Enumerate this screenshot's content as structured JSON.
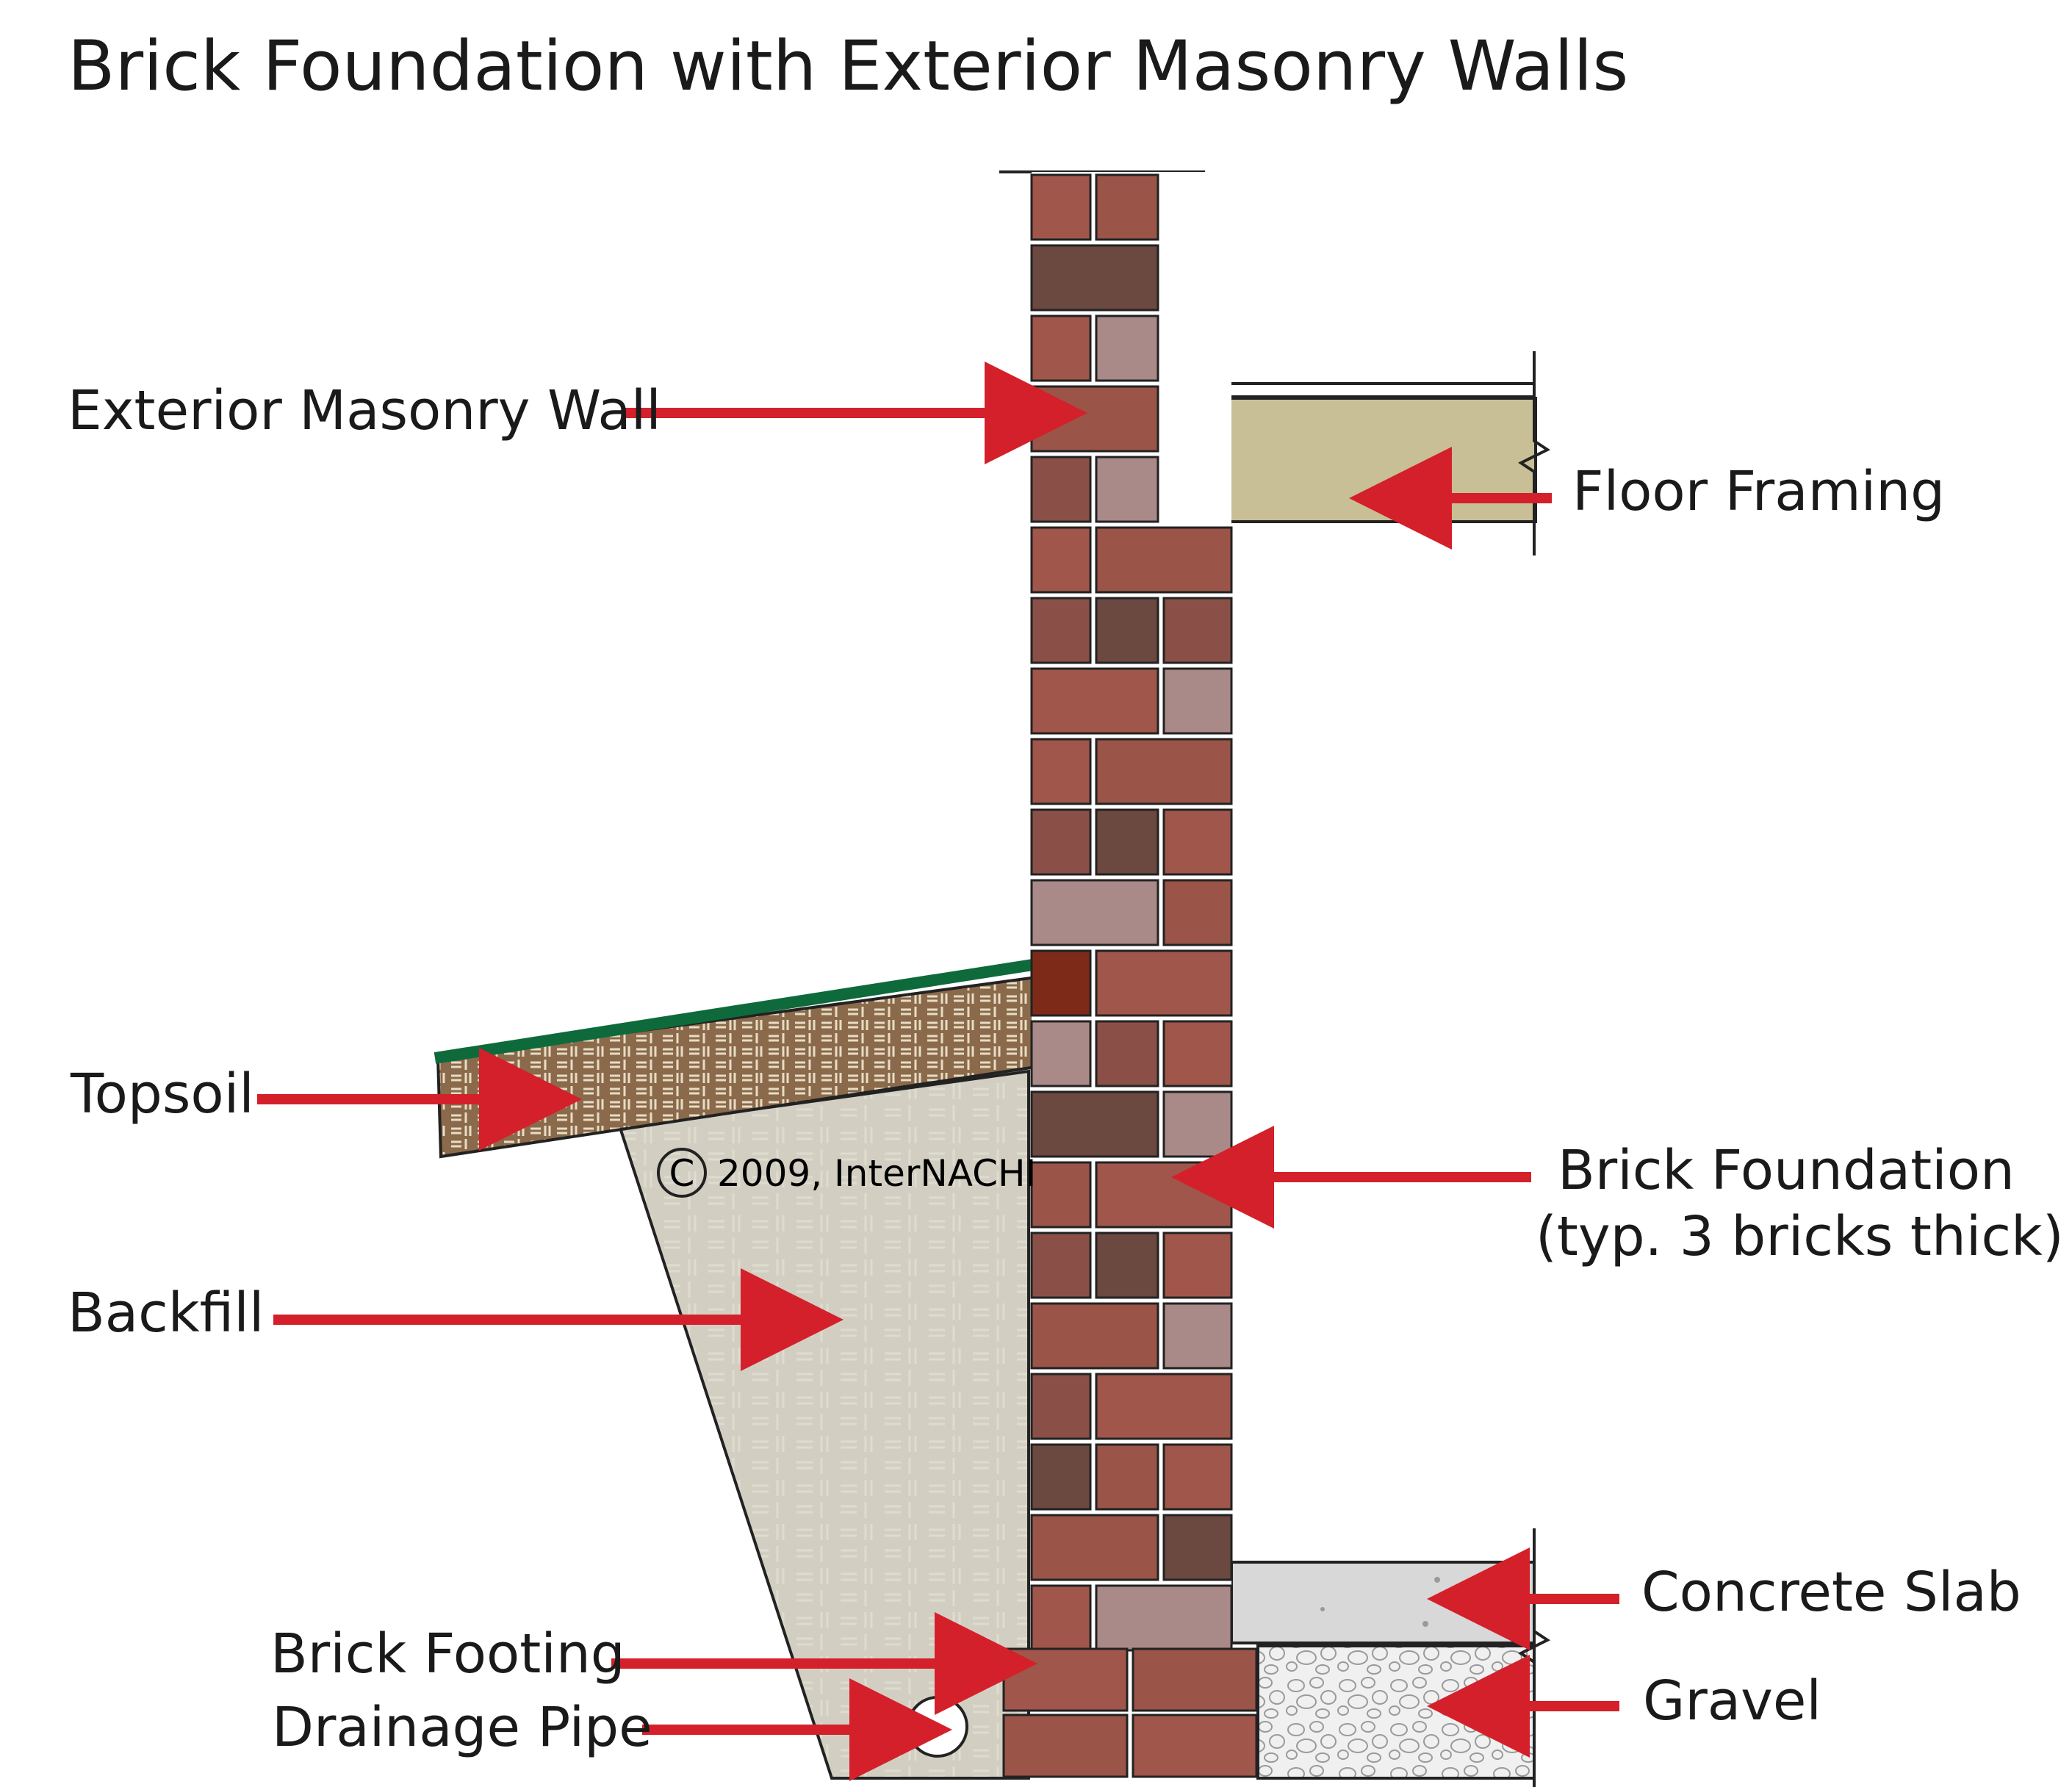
{
  "title": "Brick Foundation with Exterior Masonry Walls",
  "copyright": "2009, InterNACHI",
  "copyright_symbol": "C",
  "labels": {
    "exterior_wall": "Exterior Masonry Wall",
    "floor_framing": "Floor Framing",
    "topsoil": "Topsoil",
    "brick_foundation_line1": "Brick Foundation",
    "brick_foundation_line2": "(typ. 3 bricks thick)",
    "backfill": "Backfill",
    "concrete_slab": "Concrete Slab",
    "brick_footing": "Brick Footing",
    "gravel": "Gravel",
    "drainage_pipe": "Drainage Pipe"
  },
  "colors": {
    "arrow": "#d4202a",
    "brick_light": "#a0564b",
    "brick_dark": "#6b4840",
    "brick_pale": "#a98a88",
    "brick_rust": "#7e2a18",
    "floor_framing": "#c8bf96",
    "backfill": "#d2cfc2",
    "topsoil": "#8a6a4a",
    "grass": "#0e6a3a",
    "concrete": "#d8d8d8",
    "gravel": "#efefef"
  }
}
